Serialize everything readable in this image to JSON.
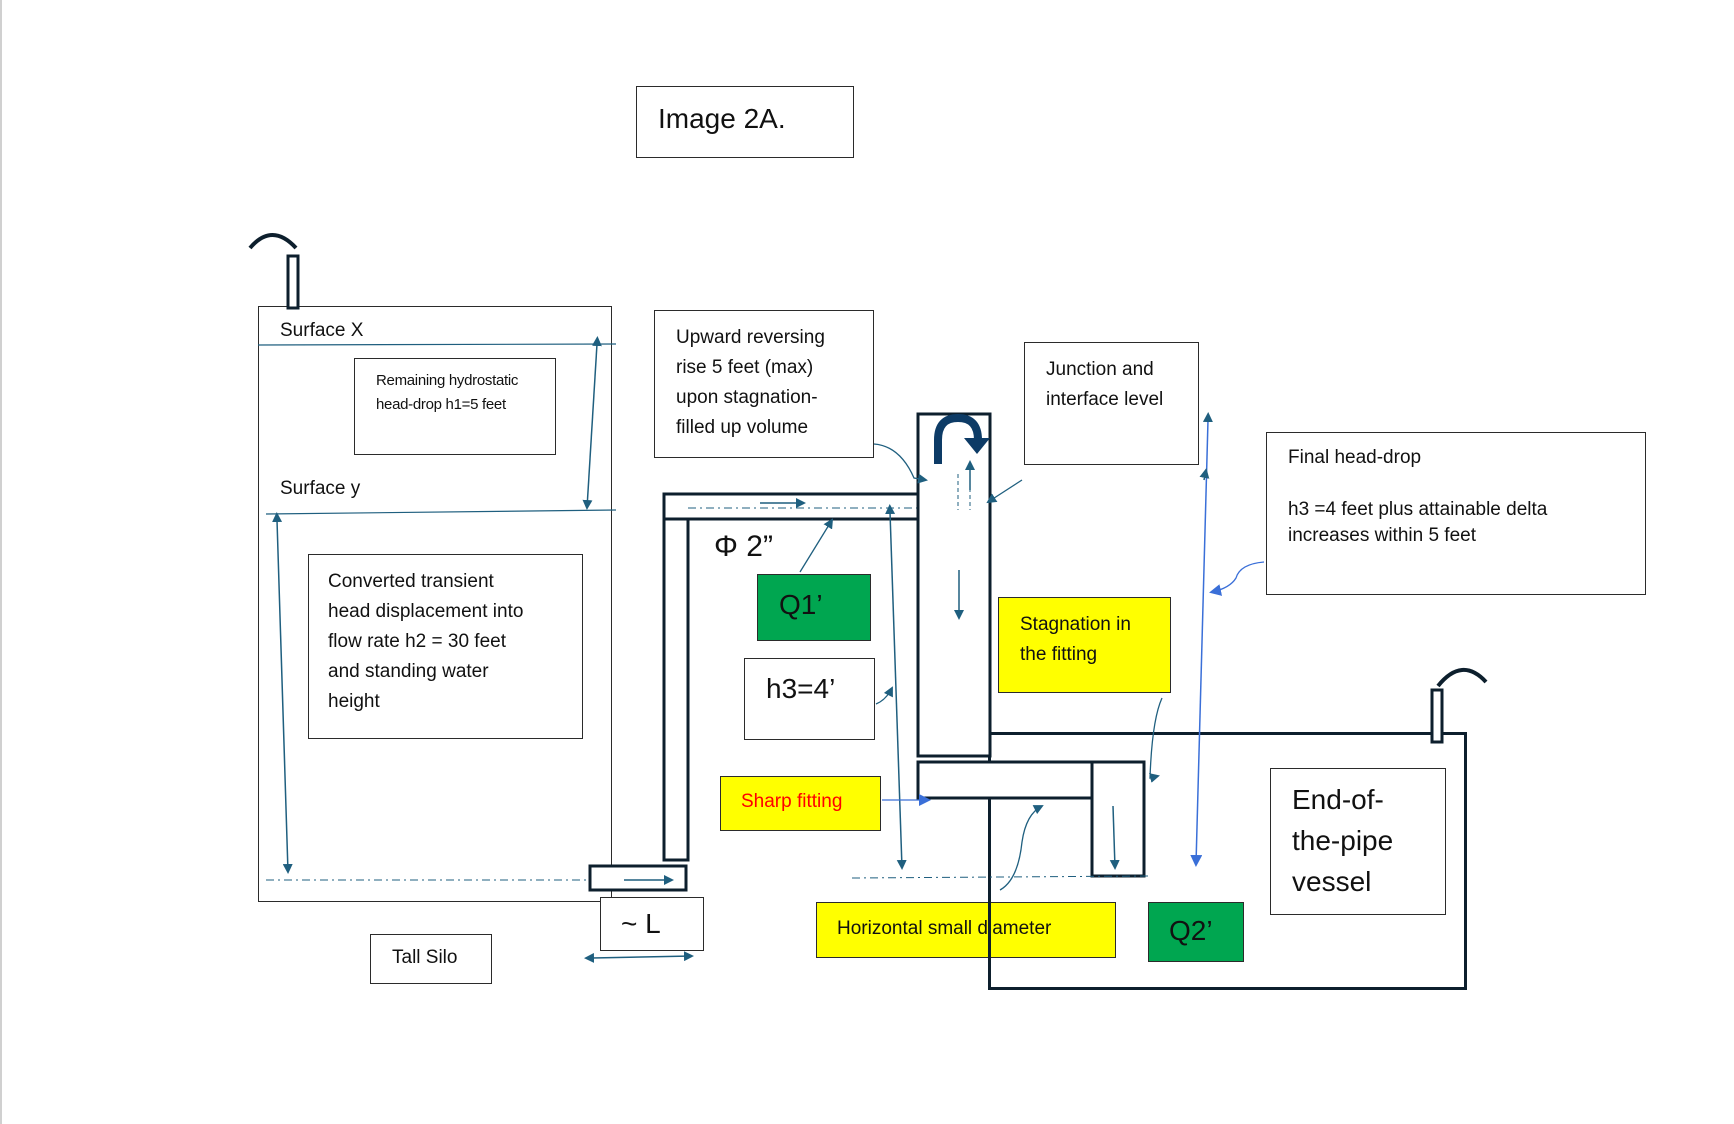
{
  "title": "Image 2A.",
  "labels": {
    "surface_x": "Surface X",
    "surface_y": "Surface y",
    "remaining_head": "Remaining hydrostatic\nhead-drop h1=5 feet",
    "converted_transient": "Converted transient\nhead displacement into\nflow rate h2 = 30 feet\nand standing water\nheight",
    "tall_silo": "Tall Silo",
    "approx_length": "~ L",
    "upward_reversing": "Upward reversing\nrise 5 feet (max)\nupon stagnation-\nfilled up volume",
    "diameter": "Φ 2”",
    "q1": "Q1’",
    "h3": "h3=4’",
    "sharp_fitting": "Sharp fitting",
    "junction": "Junction and\ninterface level",
    "final_head_drop": "Final head-drop\n\nh3 =4 feet plus attainable delta\nincreases within 5 feet",
    "stagnation": "Stagnation in\nthe fitting",
    "end_vessel": "End-of-\nthe-pipe\nvessel",
    "horizontal_small": "Horizontal small diameter",
    "q2": "Q2’"
  },
  "colors": {
    "arrow": "#1f5f7f",
    "pipe_outline": "#0d1f2d",
    "highlight_yellow": "#ffff00",
    "flow_green": "#00a650",
    "sharp_fitting_text": "#ff0000",
    "junction_arrow": "#3a6fd8"
  },
  "icons": {
    "silo_vent": "hook-vent-icon",
    "vessel_vent": "hook-vent-icon",
    "reversal": "u-turn-arrow-icon"
  }
}
